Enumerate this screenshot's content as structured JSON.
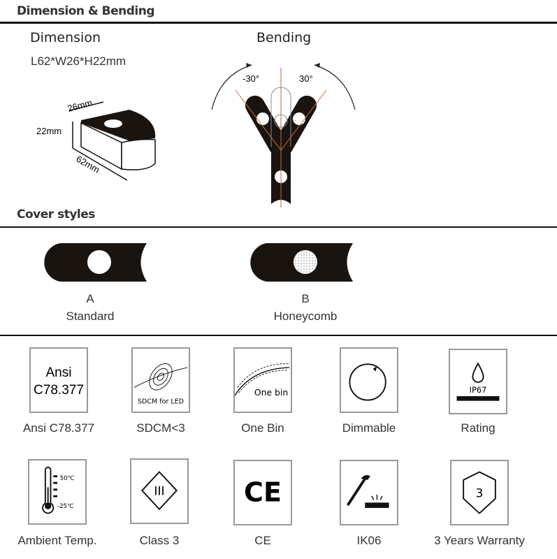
{
  "sections": {
    "dimension_bending": "Dimension & Bending",
    "cover_styles": "Cover styles"
  },
  "dimension": {
    "title": "Dimension",
    "size": "L62*W26*H22mm",
    "width_label": "26mm",
    "height_label": "22mm",
    "length_label": "62mm"
  },
  "bending": {
    "title": "Bending",
    "left_angle": "-30°",
    "right_angle": "30°"
  },
  "covers": [
    {
      "letter": "A",
      "name": "Standard"
    },
    {
      "letter": "B",
      "name": "Honeycomb"
    }
  ],
  "features": [
    {
      "label": "Ansi C78.377",
      "icon": "ansi-icon",
      "icon_text": [
        "Ansi",
        "C78.377"
      ]
    },
    {
      "label": "SDCM<3",
      "icon": "sdcm-icon",
      "icon_text": [
        "SDCM for LED"
      ]
    },
    {
      "label": "One Bin",
      "icon": "one-bin-icon",
      "icon_text": [
        "One bin"
      ]
    },
    {
      "label": "Dimmable",
      "icon": "dimmer-knob-icon"
    },
    {
      "label": "Rating",
      "icon": "water-drop-icon",
      "icon_text": [
        "IP67"
      ]
    },
    {
      "label": "Ambient Temp.",
      "icon": "thermometer-icon",
      "icon_text": [
        "50℃",
        "-25℃"
      ]
    },
    {
      "label": "Class 3",
      "icon": "class-3-diamond-icon",
      "icon_text": [
        "III"
      ]
    },
    {
      "label": "CE",
      "icon": "ce-mark-icon",
      "icon_text": [
        "CE"
      ]
    },
    {
      "label": "IK06",
      "icon": "hammer-impact-icon"
    },
    {
      "label": "3 Years Warranty",
      "icon": "shield-icon",
      "icon_text": [
        "3"
      ]
    }
  ]
}
